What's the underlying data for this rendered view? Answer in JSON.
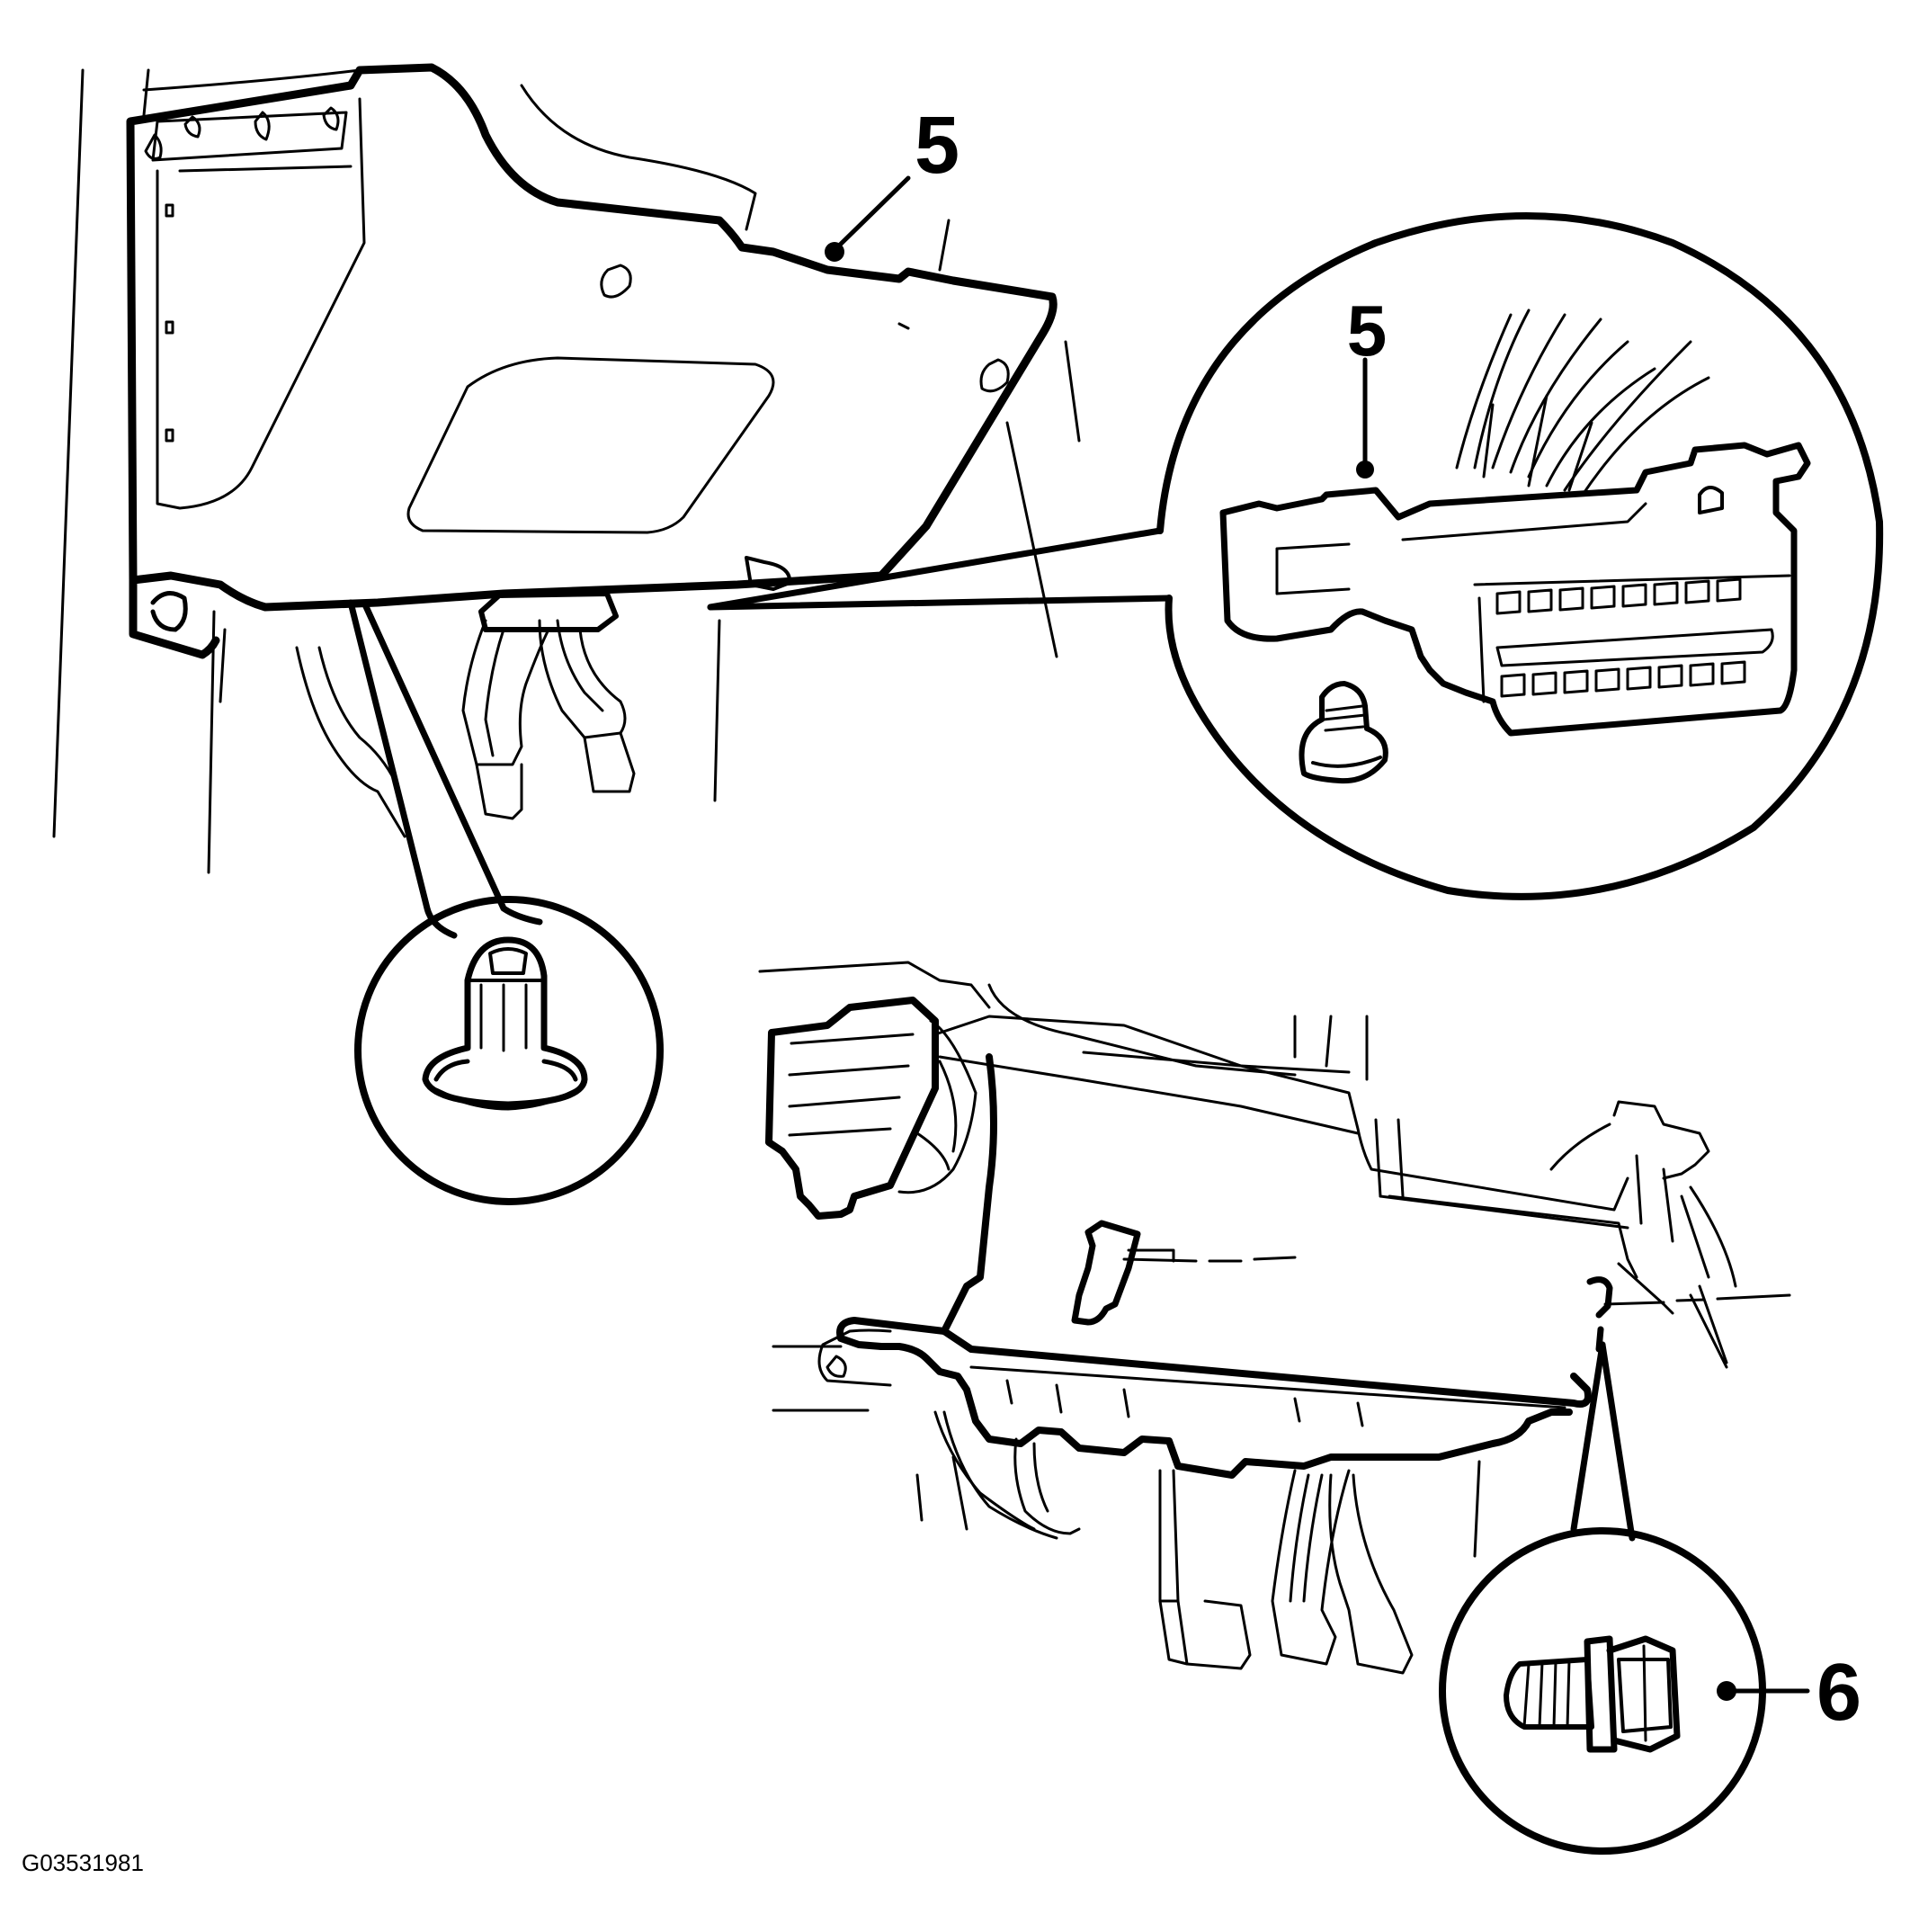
{
  "diagram": {
    "callouts": {
      "upper_panel": "5",
      "connector_detail": "5",
      "bolt_detail": "6"
    },
    "figure_id": "G03531981",
    "colors": {
      "line": "#000000",
      "background": "#ffffff"
    }
  }
}
